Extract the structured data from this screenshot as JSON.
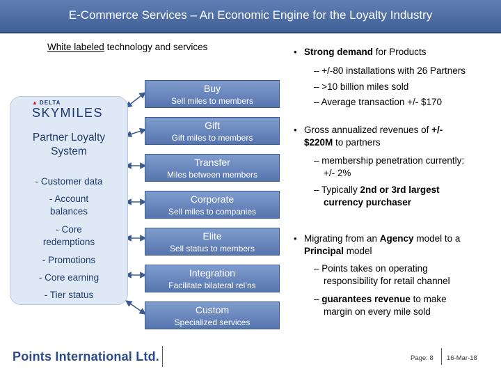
{
  "header": {
    "title": "E-Commerce Services – An Economic Engine for the Loyalty Industry"
  },
  "subtitle": {
    "underlined": "White labeled",
    "rest": " technology and services"
  },
  "partner_box": {
    "brand_small": "DELTA",
    "brand_large": "SKYMILES",
    "title_line1": "Partner Loyalty",
    "title_line2": "System",
    "items": [
      "- Customer data",
      "- Account",
      "balances",
      "- Core",
      "redemptions",
      "- Promotions",
      "- Core earning",
      "- Tier status"
    ]
  },
  "services": [
    {
      "name": "Buy",
      "desc": "Sell miles to members"
    },
    {
      "name": "Gift",
      "desc": "Gift miles to members"
    },
    {
      "name": "Transfer",
      "desc": "Miles between members"
    },
    {
      "name": "Corporate",
      "desc": "Sell miles to companies"
    },
    {
      "name": "Elite",
      "desc": "Sell status to members"
    },
    {
      "name": "Integration",
      "desc": "Facilitate bilateral rel’ns"
    },
    {
      "name": "Custom",
      "desc": "Specialized services"
    }
  ],
  "right": {
    "b1_bold": "Strong demand",
    "b1_rest": " for Products",
    "b1_subs": [
      "+/-80 installations with 26 Partners",
      ">10 billion miles sold",
      "Average transaction +/- $170"
    ],
    "b2_line1": "Gross annualized revenues of ",
    "b2_bold1": "+/-",
    "b2_bold2": "$220M",
    "b2_line2": " to partners",
    "b2_sub1_line1": "membership penetration currently:",
    "b2_sub1_line2": "+/- 2%",
    "b2_sub2_line1a": "Typically ",
    "b2_sub2_line1b": "2nd or 3rd largest",
    "b2_sub2_line2": "currency purchaser",
    "b3_line1a": "Migrating from an ",
    "b3_line1b": "Agency",
    "b3_line1c": " model to a",
    "b3_line2a": "Principal",
    "b3_line2b": " model",
    "b3_sub1_line1": "Points takes on operating",
    "b3_sub1_line2": "responsibility for retail channel",
    "b3_sub2_line1a": "guarantees revenue",
    "b3_sub2_line1b": " to make",
    "b3_sub2_line2": "margin on every mile sold"
  },
  "footer": {
    "logo": "Points International Ltd.",
    "page": "Page: 8",
    "date": "16-Mar-18"
  }
}
